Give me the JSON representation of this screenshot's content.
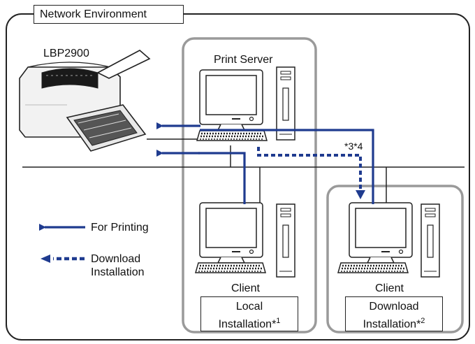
{
  "title": "Network Environment",
  "printer": {
    "name": "LBP2900"
  },
  "server": {
    "label": "Print Server"
  },
  "client_left": {
    "label": "Client",
    "install_line1": "Local",
    "install_line2": "Installation*",
    "install_sup": "1"
  },
  "client_right": {
    "label": "Client",
    "install_line1": "Download",
    "install_line2": "Installation*",
    "install_sup": "2"
  },
  "note": "*3*4",
  "legend": {
    "printing": "For Printing",
    "download_line1": "Download",
    "download_line2": "Installation"
  },
  "colors": {
    "accent": "#1f3b8f",
    "frame": "#9a9a9a",
    "border": "#222222"
  }
}
